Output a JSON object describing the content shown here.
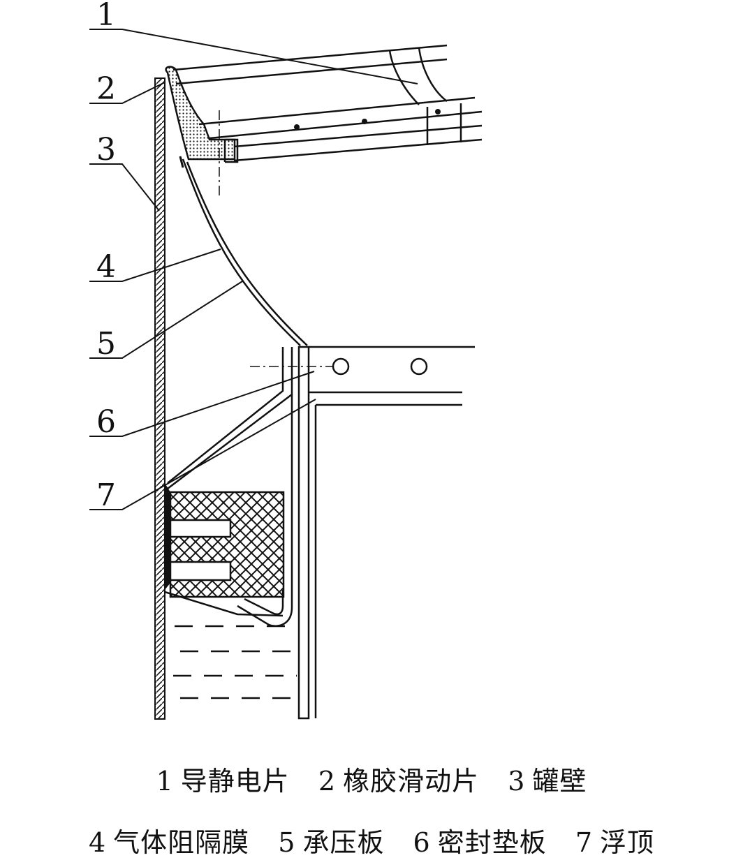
{
  "diagram": {
    "callouts": [
      {
        "id": "1",
        "text": "1"
      },
      {
        "id": "2",
        "text": "2"
      },
      {
        "id": "3",
        "text": "3"
      },
      {
        "id": "4",
        "text": "4"
      },
      {
        "id": "5",
        "text": "5"
      },
      {
        "id": "6",
        "text": "6"
      },
      {
        "id": "7",
        "text": "7"
      }
    ]
  },
  "legend": {
    "line1": [
      {
        "num": "1",
        "label": "导静电片"
      },
      {
        "num": "2",
        "label": "橡胶滑动片"
      },
      {
        "num": "3",
        "label": "罐壁"
      }
    ],
    "line2": [
      {
        "num": "4",
        "label": "气体阻隔膜"
      },
      {
        "num": "5",
        "label": "承压板"
      },
      {
        "num": "6",
        "label": "密封垫板"
      },
      {
        "num": "7",
        "label": "浮顶"
      }
    ]
  }
}
